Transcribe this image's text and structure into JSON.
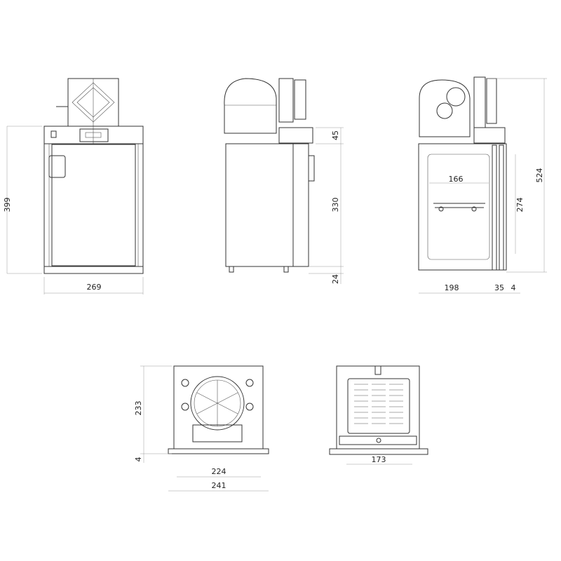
{
  "front_view": {
    "height_label": "399",
    "width_label": "269"
  },
  "side_view": {
    "top_label": "45",
    "cabinet_label": "330",
    "feet_label": "24"
  },
  "section_view": {
    "inner_width_label": "166",
    "overall_height_label": "524",
    "door_height_label": "274",
    "depth_label": "198",
    "door_depth_label": "35",
    "flange_label": "4"
  },
  "bottom_view": {
    "height_label": "233",
    "flange_label": "4",
    "inner_width_label": "224",
    "outer_width_label": "241"
  },
  "rear_view": {
    "width_label": "173"
  }
}
